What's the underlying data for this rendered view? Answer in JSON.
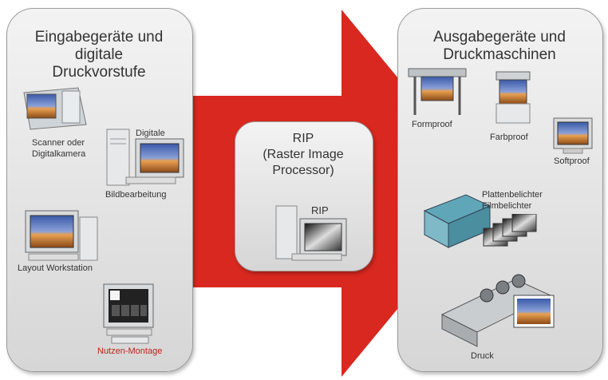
{
  "colors": {
    "arrow": "#d9281f",
    "accent_label": "#c0201a",
    "panel": "#e6e6e6"
  },
  "input_panel": {
    "title_line1": "Eingabegeräte und",
    "title_line2": "digitale",
    "title_line3": "Druckvorstufe",
    "scanner_line1": "Scanner oder",
    "scanner_line2": "Digitalkamera",
    "digitale": "Digitale",
    "bildbearbeitung": "Bildbearbeitung",
    "layout": "Layout Workstation",
    "nutzen": "Nutzen-Montage"
  },
  "rip_panel": {
    "title_line1": "RIP",
    "title_line2": "(Raster Image",
    "title_line3": "Processor)",
    "rip_label": "RIP"
  },
  "output_panel": {
    "title_line1": "Ausgabegeräte und",
    "title_line2": "Druckmaschinen",
    "formproof": "Formproof",
    "farbproof": "Farbproof",
    "softproof": "Softproof",
    "plattenbelichter": "Plattenbelichter",
    "filmbelichter": "Filmbelichter",
    "druck": "Druck"
  }
}
